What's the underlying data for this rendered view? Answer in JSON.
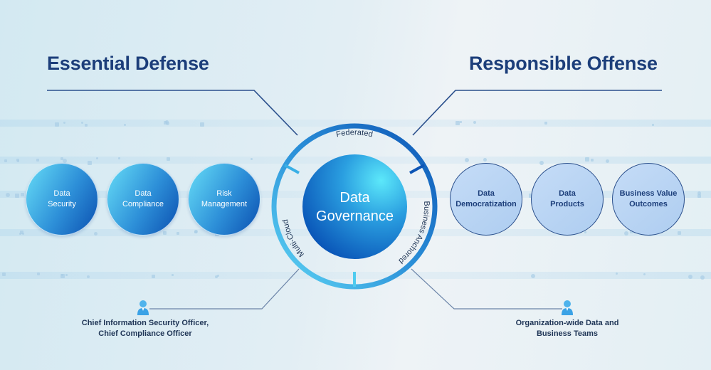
{
  "left_section": {
    "title": "Essential Defense",
    "pillars": [
      {
        "label": "Data\nSecurity"
      },
      {
        "label": "Data\nCompliance"
      },
      {
        "label": "Risk\nManagement"
      }
    ],
    "owner_caption": "Chief Information Security Officer,\nChief Compliance Officer",
    "owner_icon": "person-icon"
  },
  "right_section": {
    "title": "Responsible Offense",
    "pillars": [
      {
        "label": "Data\nDemocratization"
      },
      {
        "label": "Data\nProducts"
      },
      {
        "label": "Business Value\nOutcomes"
      }
    ],
    "owner_caption": "Organization-wide Data and\nBusiness Teams",
    "owner_icon": "person-icon"
  },
  "center": {
    "title_line1": "Data",
    "title_line2": "Governance",
    "ring_labels": {
      "top": "Federated",
      "right": "Business Anchored",
      "left": "Multi-Cloud"
    }
  },
  "colors": {
    "title": "#1c3e7a",
    "connector": "#2a4f8c",
    "ring_dark": "#0d55b5",
    "ring_light": "#4fcbef"
  }
}
